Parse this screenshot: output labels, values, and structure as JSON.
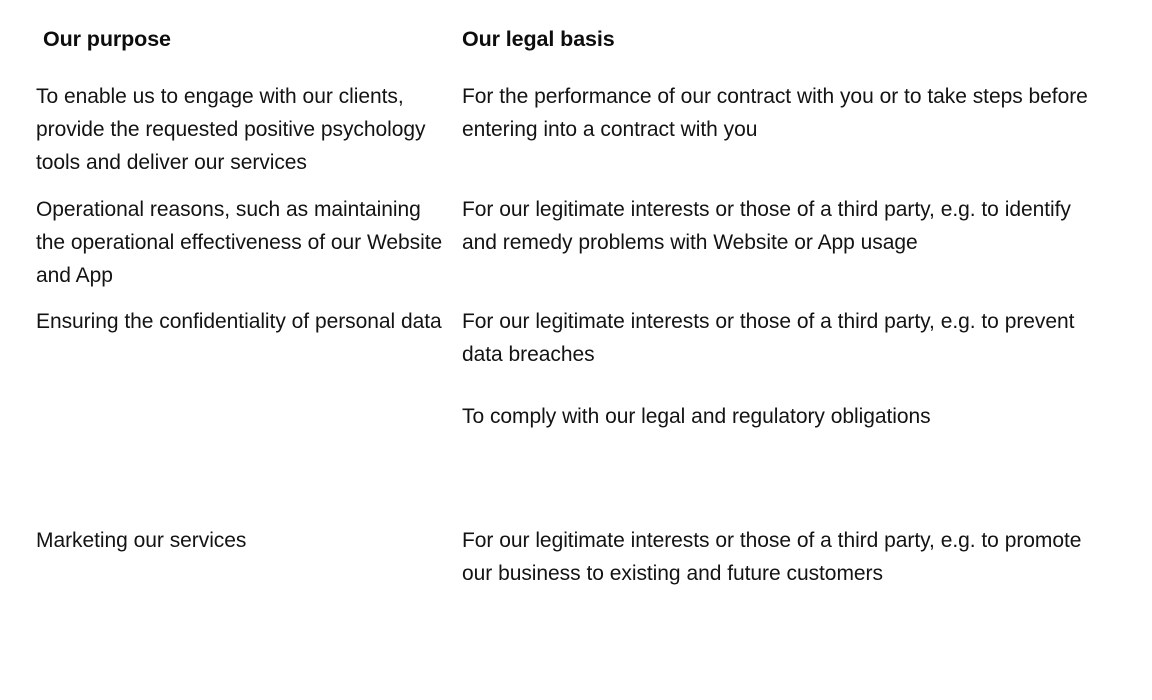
{
  "document": {
    "background_color": "#ffffff",
    "text_color": "#131313",
    "table": {
      "columns": [
        {
          "key": "purpose",
          "header": "Our purpose"
        },
        {
          "key": "basis",
          "header": "Our legal basis"
        }
      ],
      "rows": [
        {
          "purpose": [
            "To enable us to engage with our clients, provide the requested positive psychology tools and deliver our services"
          ],
          "basis": [
            "For the performance of our contract with you or to take steps before entering into a contract with you"
          ]
        },
        {
          "purpose": [
            "Operational reasons, such as maintaining the operational effectiveness of our Website and App"
          ],
          "basis": [
            "For our legitimate interests or those of a third party, e.g. to identify and remedy problems with Website or App usage"
          ]
        },
        {
          "purpose": [
            "Ensuring the confidentiality of personal data"
          ],
          "basis": [
            "For our legitimate interests or those of a third party, e.g. to prevent data breaches",
            "To comply with our legal and regulatory obligations"
          ]
        },
        {
          "purpose": [],
          "basis": []
        },
        {
          "purpose": [
            "Marketing our services"
          ],
          "basis": [
            "For our legitimate interests or those of a third party, e.g. to promote our business to existing and future customers"
          ]
        }
      ]
    }
  }
}
